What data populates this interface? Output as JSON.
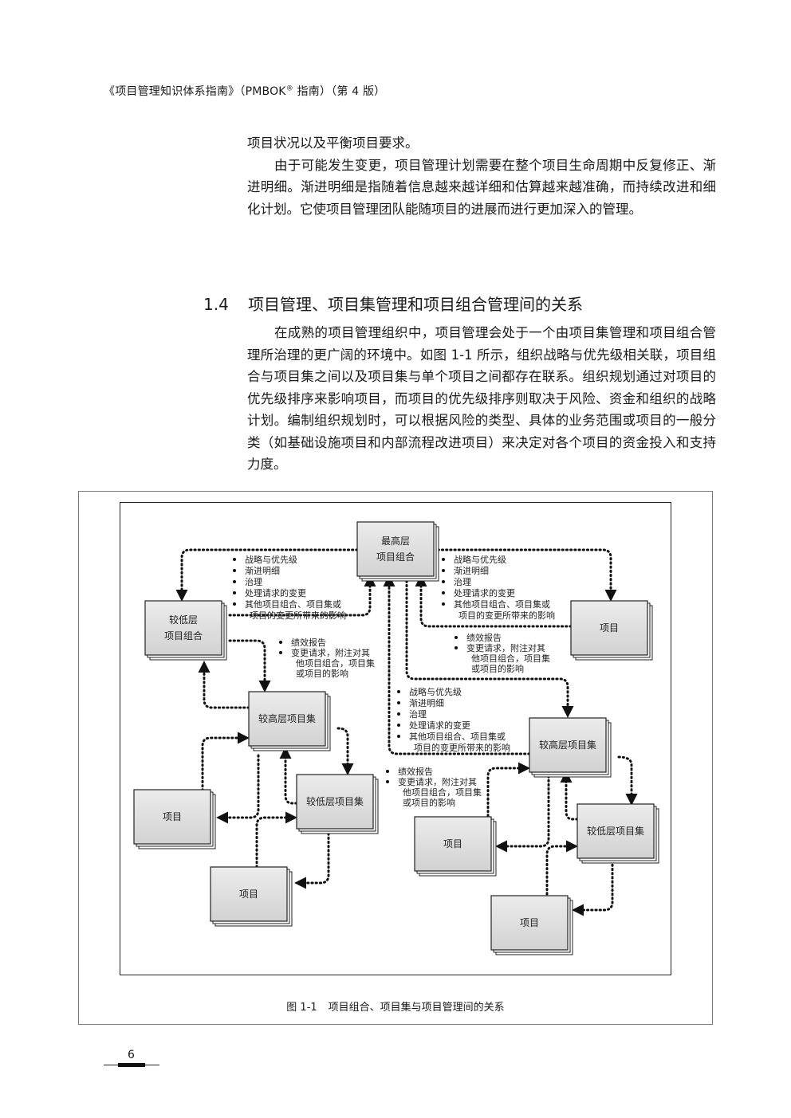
{
  "header": {
    "title": "《项目管理知识体系指南》（PMBOK",
    "reg": "®",
    "title_end": " 指南）（第 4 版）"
  },
  "intro": {
    "line": "项目状况以及平衡项目要求。",
    "para": "由于可能发生变更，项目管理计划需要在整个项目生命周期中反复修正、渐进明细。渐进明细是指随着信息越来越详细和估算越来越准确，而持续改进和细化计划。它使项目管理团队能随项目的进展而进行更加深入的管理。"
  },
  "section": {
    "number": "1.4",
    "title": "项目管理、项目集管理和项目组合管理间的关系",
    "para": "在成熟的项目管理组织中，项目管理会处于一个由项目集管理和项目组合管理所治理的更广阔的环境中。如图 1-1 所示，组织战略与优先级相关联，项目组合与项目集之间以及项目集与单个项目之间都存在联系。组织规划通过对项目的优先级排序来影响项目，而项目的优先级排序则取决于风险、资金和组织的战略计划。编制组织规划时，可以根据风险的类型、具体的业务范围或项目的一般分类（如基础设施项目和内部流程改进项目）来决定对各个项目的资金投入和支持力度。"
  },
  "figure": {
    "caption_no": "图 1-1",
    "caption": "项目组合、项目集与项目管理间的关系",
    "nodes": {
      "top": [
        "最高层",
        "项目组合"
      ],
      "lower_portfolio": [
        "较低层",
        "项目组合"
      ],
      "project_right": [
        "项目"
      ],
      "higher_program_left": [
        "较高层项目集"
      ],
      "lower_program_left": [
        "较低层项目集"
      ],
      "project_l1": [
        "项目"
      ],
      "project_l2": [
        "项目"
      ],
      "higher_program_right": [
        "较高层项目集"
      ],
      "lower_program_right": [
        "较低层项目集"
      ],
      "project_r1": [
        "项目"
      ],
      "project_r2": [
        "项目"
      ]
    },
    "notes": {
      "down_left": [
        "战略与优先级",
        "渐进明细",
        "治理",
        "处理请求的变更",
        "其他项目组合、项目集或",
        "项目的变更所带来的影响"
      ],
      "down_right": [
        "战略与优先级",
        "渐进明细",
        "治理",
        "处理请求的变更",
        "其他项目组合、项目集或",
        "项目的变更所带来的影响"
      ],
      "down_center": [
        "战略与优先级",
        "渐进明细",
        "治理",
        "处理请求的变更",
        "其他项目组合、项目集或",
        "项目的变更所带来的影响"
      ],
      "up_left": [
        "绩效报告",
        "变更请求，附注对其",
        "他项目组合，项目集",
        "或项目的影响"
      ],
      "up_right": [
        "绩效报告",
        "变更请求，附注对其",
        "他项目组合，项目集",
        "或项目的影响"
      ],
      "up_center": [
        "绩效报告",
        "变更请求，附注对其",
        "他项目组合，项目集",
        "或项目的影响"
      ]
    }
  },
  "page": {
    "number": "6"
  }
}
